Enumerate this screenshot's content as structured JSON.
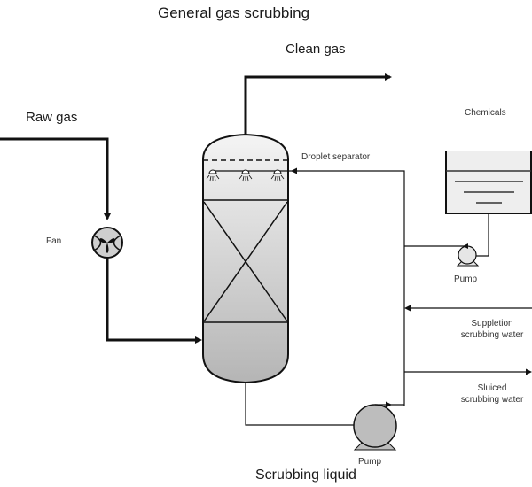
{
  "diagram": {
    "title": "General gas scrubbing",
    "labels": {
      "clean_gas": "Clean gas",
      "raw_gas": "Raw gas",
      "fan": "Fan",
      "droplet_separator": "Droplet separator",
      "chemicals": "Chemicals",
      "pump_chemicals": "Pump",
      "suppletion_line1": "Suppletion",
      "suppletion_line2": "scrubbing water",
      "sluiced_line1": "Sluiced",
      "sluiced_line2": "scrubbing water",
      "pump_main": "Pump",
      "scrubbing_liquid": "Scrubbing liquid"
    },
    "components": [
      {
        "id": "scrubber-column",
        "type": "vessel"
      },
      {
        "id": "packed-bed",
        "type": "packing"
      },
      {
        "id": "spray-nozzles",
        "type": "nozzle",
        "count": 3
      },
      {
        "id": "fan",
        "type": "fan"
      },
      {
        "id": "chemicals-tank",
        "type": "tank"
      },
      {
        "id": "chemicals-pump",
        "type": "pump"
      },
      {
        "id": "main-pump",
        "type": "pump"
      }
    ],
    "colors": {
      "line": "#111111",
      "vessel_fill_top": "#f2f2f2",
      "vessel_fill_bottom": "#b8b8b8",
      "tank_fill": "#eeeeee",
      "pump_fill": "#bdbdbd"
    }
  }
}
